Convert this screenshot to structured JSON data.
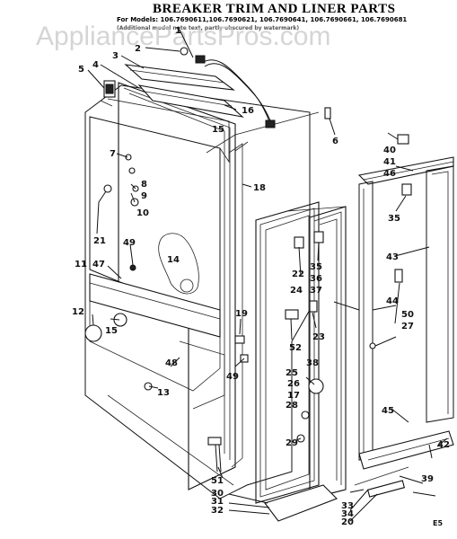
{
  "title": "BREAKER TRIM AND LINER PARTS",
  "subtitle_line1": "For Models: 106.7690611,106.7690621, 106.7690641, 106.7690661, 106.7690681",
  "subtitle_line2": "(Additional model note text, partly obscured by watermark)",
  "watermark": "AppliancePartsPros.com",
  "code": "E5",
  "callouts": [
    "1",
    "2",
    "3",
    "4",
    "5",
    "6",
    "7",
    "8",
    "9",
    "10",
    "11",
    "12",
    "13",
    "14",
    "15",
    "15",
    "16",
    "17",
    "18",
    "19",
    "20",
    "21",
    "22",
    "23",
    "24",
    "25",
    "26",
    "27",
    "28",
    "29",
    "30",
    "31",
    "32",
    "33",
    "34",
    "35",
    "35",
    "36",
    "37",
    "38",
    "39",
    "40",
    "41",
    "42",
    "43",
    "44",
    "45",
    "46",
    "47",
    "48",
    "49",
    "49",
    "50",
    "51",
    "52"
  ],
  "colors": {
    "ink": "#111111",
    "watermark": "#c7c7c7",
    "paper": "#ffffff"
  }
}
